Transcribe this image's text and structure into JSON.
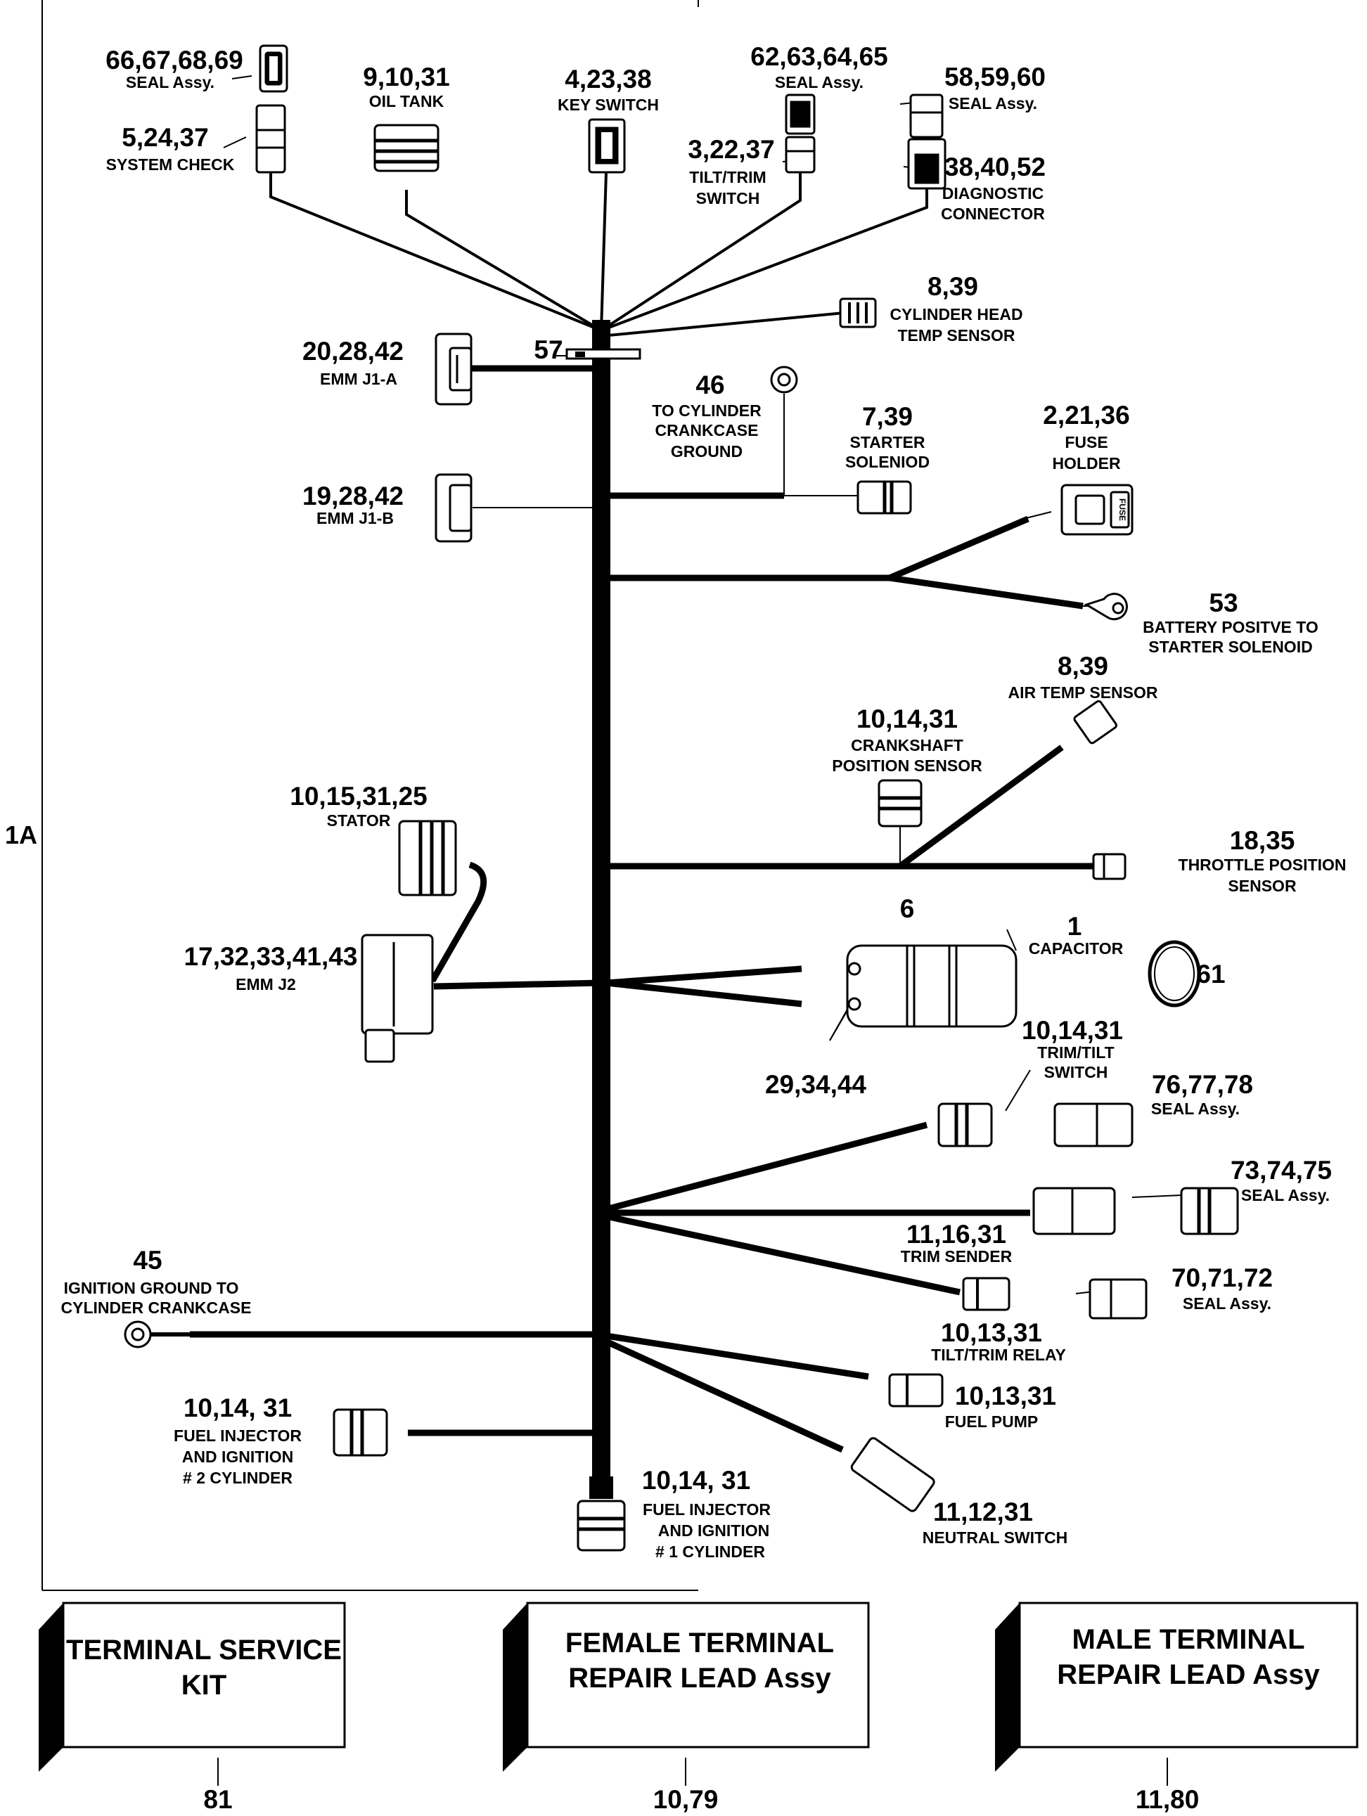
{
  "section_label": "1A",
  "trunk_item": "57",
  "callouts": {
    "seal_66": {
      "number": "66,67,68,69",
      "label": "SEAL Assy."
    },
    "system_check": {
      "number": "5,24,37",
      "label": "SYSTEM CHECK"
    },
    "oil_tank": {
      "number": "9,10,31",
      "label": "OIL TANK"
    },
    "key_switch": {
      "number": "4,23,38",
      "label": "KEY SWITCH"
    },
    "seal_62": {
      "number": "62,63,64,65",
      "label": "SEAL Assy."
    },
    "tilt_trim_switch": {
      "number": "3,22,37",
      "label_1": "TILT/TRIM",
      "label_2": "SWITCH"
    },
    "seal_58": {
      "number": "58,59,60",
      "label": "SEAL Assy."
    },
    "diagnostic_connector": {
      "number": "38,40,52",
      "label_1": "DIAGNOSTIC",
      "label_2": "CONNECTOR"
    },
    "cyl_head_temp": {
      "number": "8,39",
      "label_1": "CYLINDER HEAD",
      "label_2": "TEMP SENSOR"
    },
    "emm_j1a": {
      "number": "20,28,42",
      "label": "EMM J1-A"
    },
    "cyl_ground": {
      "number": "46",
      "label_1": "TO CYLINDER",
      "label_2": "CRANKCASE",
      "label_3": "GROUND"
    },
    "starter_solenoid": {
      "number": "7,39",
      "label_1": "STARTER",
      "label_2": "SOLENIOD"
    },
    "fuse_holder": {
      "number": "2,21,36",
      "label_1": "FUSE",
      "label_2": "HOLDER",
      "marking": "FUSE"
    },
    "emm_j1b": {
      "number": "19,28,42",
      "label": "EMM J1-B"
    },
    "battery_positive": {
      "number": "53",
      "label_1": "BATTERY POSITVE TO",
      "label_2": "STARTER SOLENOID"
    },
    "air_temp": {
      "number": "8,39",
      "label": "AIR TEMP SENSOR"
    },
    "crankshaft_sensor": {
      "number": "10,14,31",
      "label_1": "CRANKSHAFT",
      "label_2": "POSITION SENSOR"
    },
    "stator": {
      "number": "10,15,31,25",
      "label": "STATOR"
    },
    "throttle_position": {
      "number": "18,35",
      "label_1": "THROTTLE POSITION",
      "label_2": "SENSOR"
    },
    "capacitor_body": {
      "number": "6"
    },
    "capacitor": {
      "number": "1",
      "label": "CAPACITOR"
    },
    "clamp": {
      "number": "61"
    },
    "emm_j2": {
      "number": "17,32,33,41,43",
      "label": "EMM J2"
    },
    "capacitor_terminals": {
      "number": "29,34,44"
    },
    "trim_tilt_switch": {
      "number": "10,14,31",
      "label_1": "TRIM/TILT",
      "label_2": "SWITCH"
    },
    "seal_76": {
      "number": "76,77,78",
      "label": "SEAL Assy."
    },
    "seal_73": {
      "number": "73,74,75",
      "label": "SEAL Assy."
    },
    "trim_sender": {
      "number": "11,16,31",
      "label": "TRIM SENDER"
    },
    "ignition_ground": {
      "number": "45",
      "label_1": "IGNITION GROUND TO",
      "label_2": "CYLINDER CRANKCASE"
    },
    "seal_70": {
      "number": "70,71,72",
      "label": "SEAL Assy."
    },
    "tilt_trim_relay": {
      "number": "10,13,31",
      "label": "TILT/TRIM RELAY"
    },
    "fuel_pump": {
      "number": "10,13,31",
      "label": "FUEL PUMP"
    },
    "injector_2": {
      "number": "10,14, 31",
      "label_1": "FUEL INJECTOR",
      "label_2": "AND IGNITION",
      "label_3": "# 2 CYLINDER"
    },
    "injector_1": {
      "number": "10,14, 31",
      "label_1": "FUEL INJECTOR",
      "label_2": "AND IGNITION",
      "label_3": "# 1 CYLINDER"
    },
    "neutral_switch": {
      "number": "11,12,31",
      "label": "NEUTRAL SWITCH"
    }
  },
  "kits": [
    {
      "line_1": "TERMINAL SERVICE",
      "line_2": "KIT",
      "number": "81"
    },
    {
      "line_1": "FEMALE TERMINAL",
      "line_2": "REPAIR LEAD Assy",
      "number": "10,79"
    },
    {
      "line_1": "MALE TERMINAL",
      "line_2": "REPAIR LEAD Assy",
      "number": "11,80"
    }
  ]
}
